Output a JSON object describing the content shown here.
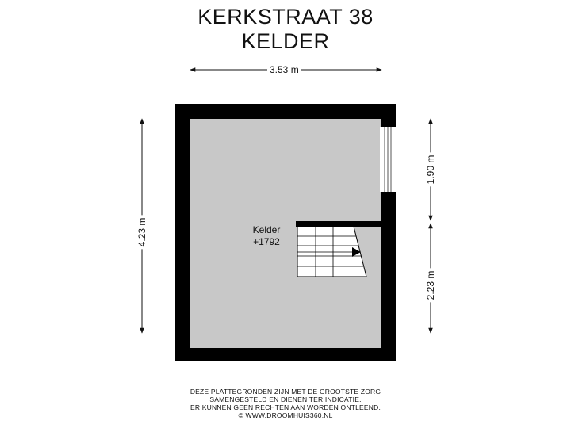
{
  "plan": {
    "address": "KERKSTRAAT 38",
    "floor": "KELDER"
  },
  "dimensions": {
    "top_width": "3.53 m",
    "left_height": "4.23 m",
    "right_upper": "1.90 m",
    "right_lower": "2.23 m"
  },
  "room": {
    "name": "Kelder",
    "level": "+1792"
  },
  "disclaimer": [
    "DEZE PLATTEGRONDEN ZIJN MET DE GROOTSTE ZORG",
    "SAMENGESTELD EN DIENEN TER INDICATIE.",
    "ER KUNNEN GEEN RECHTEN AAN WORDEN ONTLEEND.",
    "© WWW.DROOMHUIS360.NL"
  ],
  "colors": {
    "wall": "#000000",
    "floor": "#c8c8c8",
    "background": "#ffffff"
  }
}
